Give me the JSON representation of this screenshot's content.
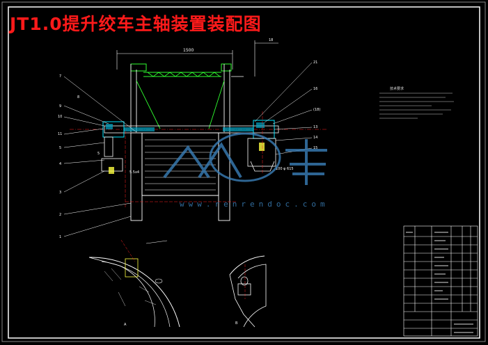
{
  "title": "JT1.0提升绞车主轴装置装配图",
  "watermark_text": "www.renrendoc.com",
  "dimensions": {
    "top_width": "1500",
    "right_top": "18",
    "left_side": "5",
    "left_bottom": "5.5x4",
    "right_mid": "100 φ 615"
  },
  "callouts_left": [
    "7",
    "8",
    "9",
    "10",
    "11",
    "5",
    "4",
    "3",
    "2",
    "1"
  ],
  "callouts_right": [
    "21",
    "16",
    "(18)",
    "13",
    "14",
    "15"
  ],
  "view_labels": {
    "view_a": "A",
    "view_b": "B"
  },
  "notes_header": "技术要求",
  "colors": {
    "border": "#ffffff",
    "line": "#ffffff",
    "cyan": "#00e5ff",
    "green": "#30ff30",
    "red": "#ff2020",
    "yellow": "#ffff40",
    "watermark": "#3a7fb8"
  }
}
